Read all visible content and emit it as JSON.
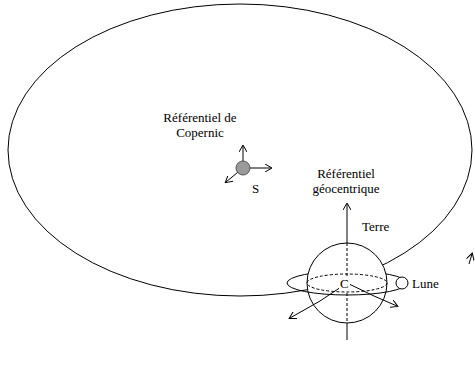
{
  "diagram": {
    "labels": [
      "Référentiel de Copernic",
      "S",
      "Référentiel géocentrique",
      "Terre",
      "C",
      "Lune"
    ]
  }
}
